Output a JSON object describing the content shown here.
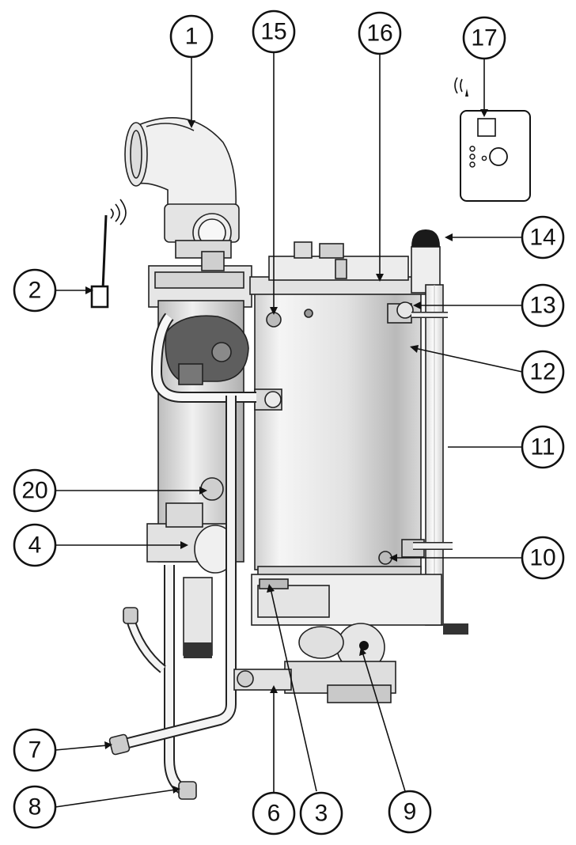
{
  "callouts": {
    "c1": "1",
    "c2": "2",
    "c3": "3",
    "c4": "4",
    "c6": "6",
    "c7": "7",
    "c8": "8",
    "c9": "9",
    "c10": "10",
    "c11": "11",
    "c12": "12",
    "c13": "13",
    "c14": "14",
    "c15": "15",
    "c16": "16",
    "c17": "17",
    "c20": "20"
  },
  "icons": {
    "wireless_sensor": "wireless-sensor-icon",
    "remote_thermostat": "wireless-thermostat-icon"
  },
  "colors": {
    "ink": "#111111",
    "tank_light": "#f4f4f4",
    "tank_shade": "#b5b5b5",
    "pump_dark": "#5e5e5e"
  }
}
